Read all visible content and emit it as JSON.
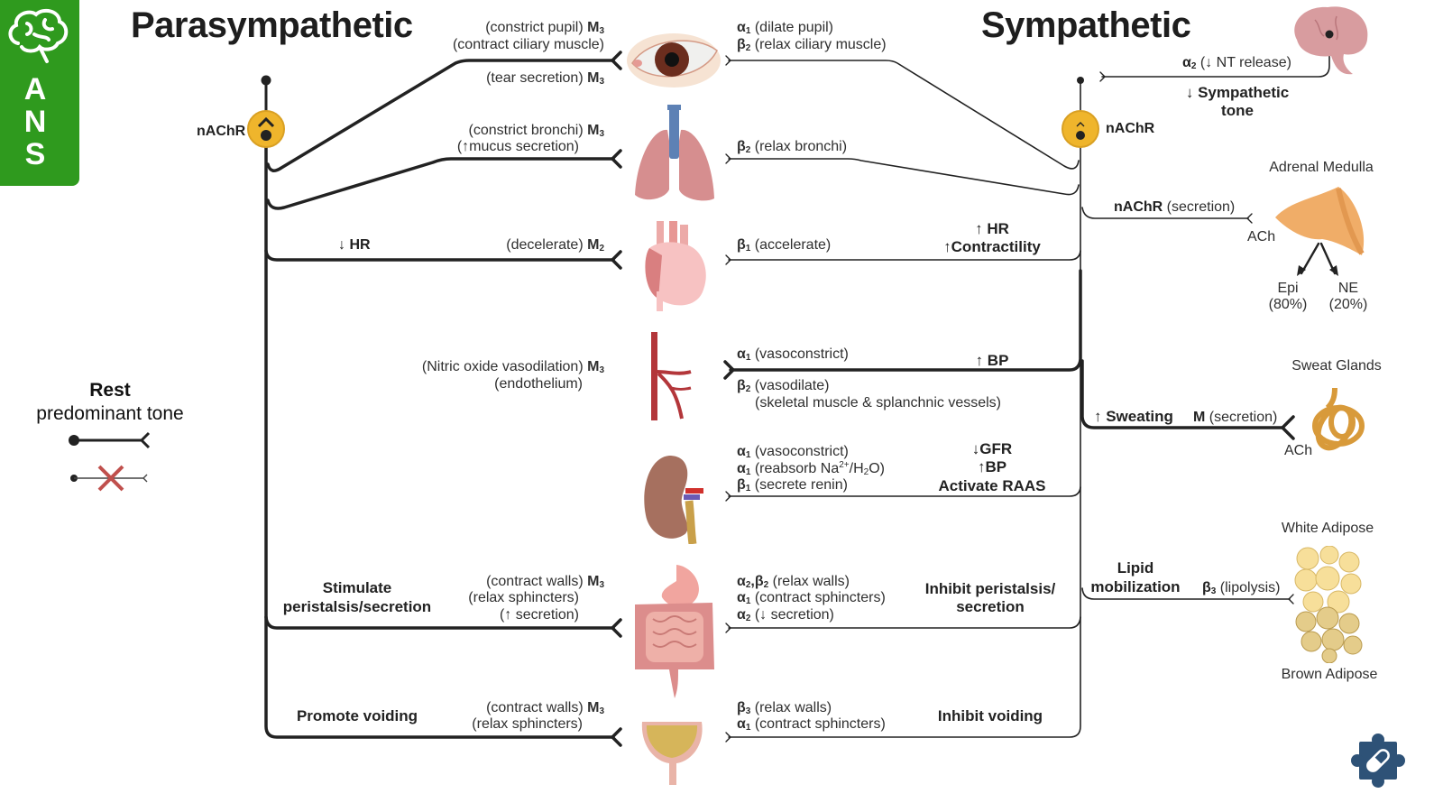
{
  "badge": {
    "letters": [
      "A",
      "N",
      "S"
    ],
    "icon": "brain-icon",
    "color": "#2f9a1e"
  },
  "titles": {
    "left": "Parasympathetic",
    "right": "Sympathetic"
  },
  "ganglia": {
    "left_label": "nAChR",
    "right_label": "nAChR",
    "color": "#efb52c"
  },
  "legend": {
    "title": "Rest",
    "subtitle": "predominant tone",
    "items": [
      {
        "style": "thick",
        "meaning": "predominant"
      },
      {
        "style": "thin-crossed",
        "meaning": "not predominant"
      }
    ]
  },
  "organs": [
    {
      "name": "eye",
      "para": [
        "(constrict pupil) M3",
        "(contract ciliary muscle)",
        "(tear secretion) M3"
      ],
      "symp": [
        "α1 (dilate pupil)",
        "β2 (relax ciliary muscle)"
      ]
    },
    {
      "name": "lungs",
      "para": [
        "(constrict bronchi) M3",
        "(↑mucus secretion)"
      ],
      "symp": [
        "β2 (relax bronchi)"
      ]
    },
    {
      "name": "heart",
      "para_effect": "↓ HR",
      "para": [
        "(decelerate) M2"
      ],
      "symp": [
        "β1 (accelerate)"
      ],
      "symp_effect": [
        "↑ HR",
        "↑Contractility"
      ]
    },
    {
      "name": "blood-vessel",
      "para": [
        "(Nitric oxide vasodilation) M3",
        "(endothelium)"
      ],
      "symp": [
        "α1 (vasoconstrict)",
        "β2 (vasodilate)",
        "(skeletal muscle & splanchnic vessels)"
      ],
      "symp_effect": [
        "↑ BP"
      ]
    },
    {
      "name": "kidney",
      "symp": [
        "α1 (vasoconstrict)",
        "α1 (reabsorb Na2+/H2O)",
        "β1 (secrete renin)"
      ],
      "symp_effect": [
        "↓GFR",
        "↑BP",
        "Activate RAAS"
      ]
    },
    {
      "name": "gi-tract",
      "para_effect": [
        "Stimulate",
        "peristalsis/secretion"
      ],
      "para": [
        "(contract walls) M3",
        "(relax sphincters)",
        "(↑ secretion)"
      ],
      "symp": [
        "α2,β2 (relax walls)",
        "α1 (contract sphincters)",
        "α2 (↓ secretion)"
      ],
      "symp_effect": [
        "Inhibit peristalsis/",
        "secretion"
      ]
    },
    {
      "name": "bladder",
      "para_effect": "Promote voiding",
      "para": [
        "(contract walls) M3",
        "(relax sphincters)"
      ],
      "symp": [
        "β3 (relax walls)",
        "α1 (contract sphincters)"
      ],
      "symp_effect": "Inhibit voiding"
    }
  ],
  "right_targets": {
    "brain": {
      "receptor": "α2",
      "action": "(↓ NT release)",
      "effect": [
        "↓ Sympathetic",
        "tone"
      ]
    },
    "adrenal": {
      "title": "Adrenal Medulla",
      "receptor": "nAChR",
      "action": "(secretion)",
      "nt": "ACh",
      "outputs": [
        {
          "label": "Epi",
          "pct": "(80%)"
        },
        {
          "label": "NE",
          "pct": "(20%)"
        }
      ]
    },
    "sweat": {
      "title": "Sweat Glands",
      "effect": "↑ Sweating",
      "receptor": "M",
      "action": "(secretion)",
      "nt": "ACh"
    },
    "adipose": {
      "title_top": "White Adipose",
      "title_bottom": "Brown Adipose",
      "effect": [
        "Lipid",
        "mobilization"
      ],
      "receptor": "β3",
      "action": "(lipolysis)"
    }
  },
  "corner_icon": "puzzle-pill-icon"
}
